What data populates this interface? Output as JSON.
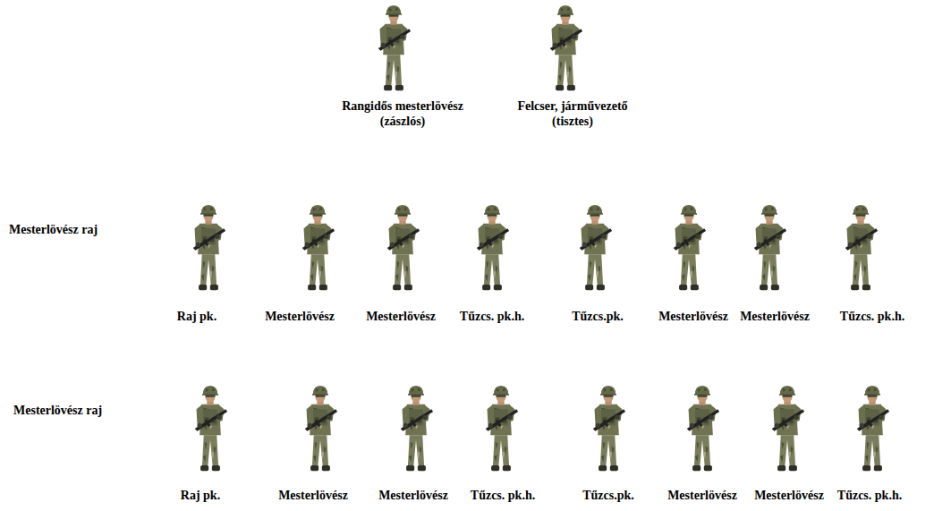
{
  "diagram": {
    "labels": [
      "Rangidős mesterlövész (zászlós)",
      "Felcser, járművezető (tisztes)",
      "Mesterlövész raj",
      "Raj pk.",
      "Mesterlövész",
      "Mesterlövész",
      "Tűzcs. pk.h.",
      "Tűzcs.pk.",
      "Mesterlövész",
      "Mesterlövész",
      "Tűzcs. pk.h.",
      "Mesterlövész raj",
      "Raj pk.",
      "Mesterlövész",
      "Mesterlövész",
      "Tűzcs. pk.h.",
      "Tűzcs.pk.",
      "Mesterlövész",
      "Mesterlövész",
      "Tűzcs. pk.h."
    ]
  }
}
